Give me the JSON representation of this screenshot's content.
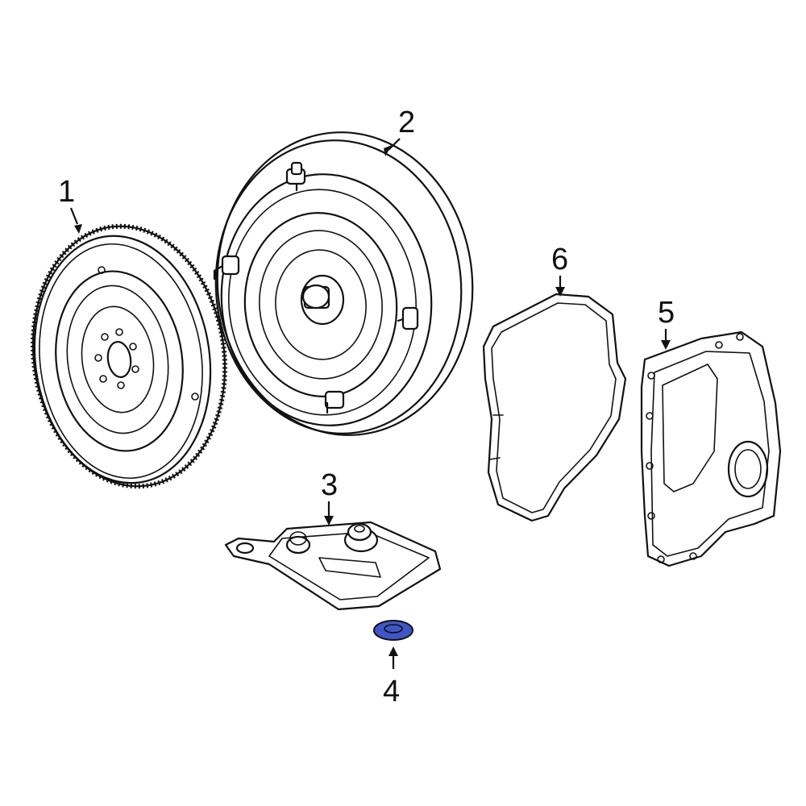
{
  "callouts": {
    "flywheel": "1",
    "torque_converter": "2",
    "filter": "3",
    "seal": "4",
    "oil_pan": "5",
    "pan_gasket": "6"
  },
  "colors": {
    "highlight": "#3f56c8",
    "line": "#111111",
    "background": "#ffffff"
  }
}
